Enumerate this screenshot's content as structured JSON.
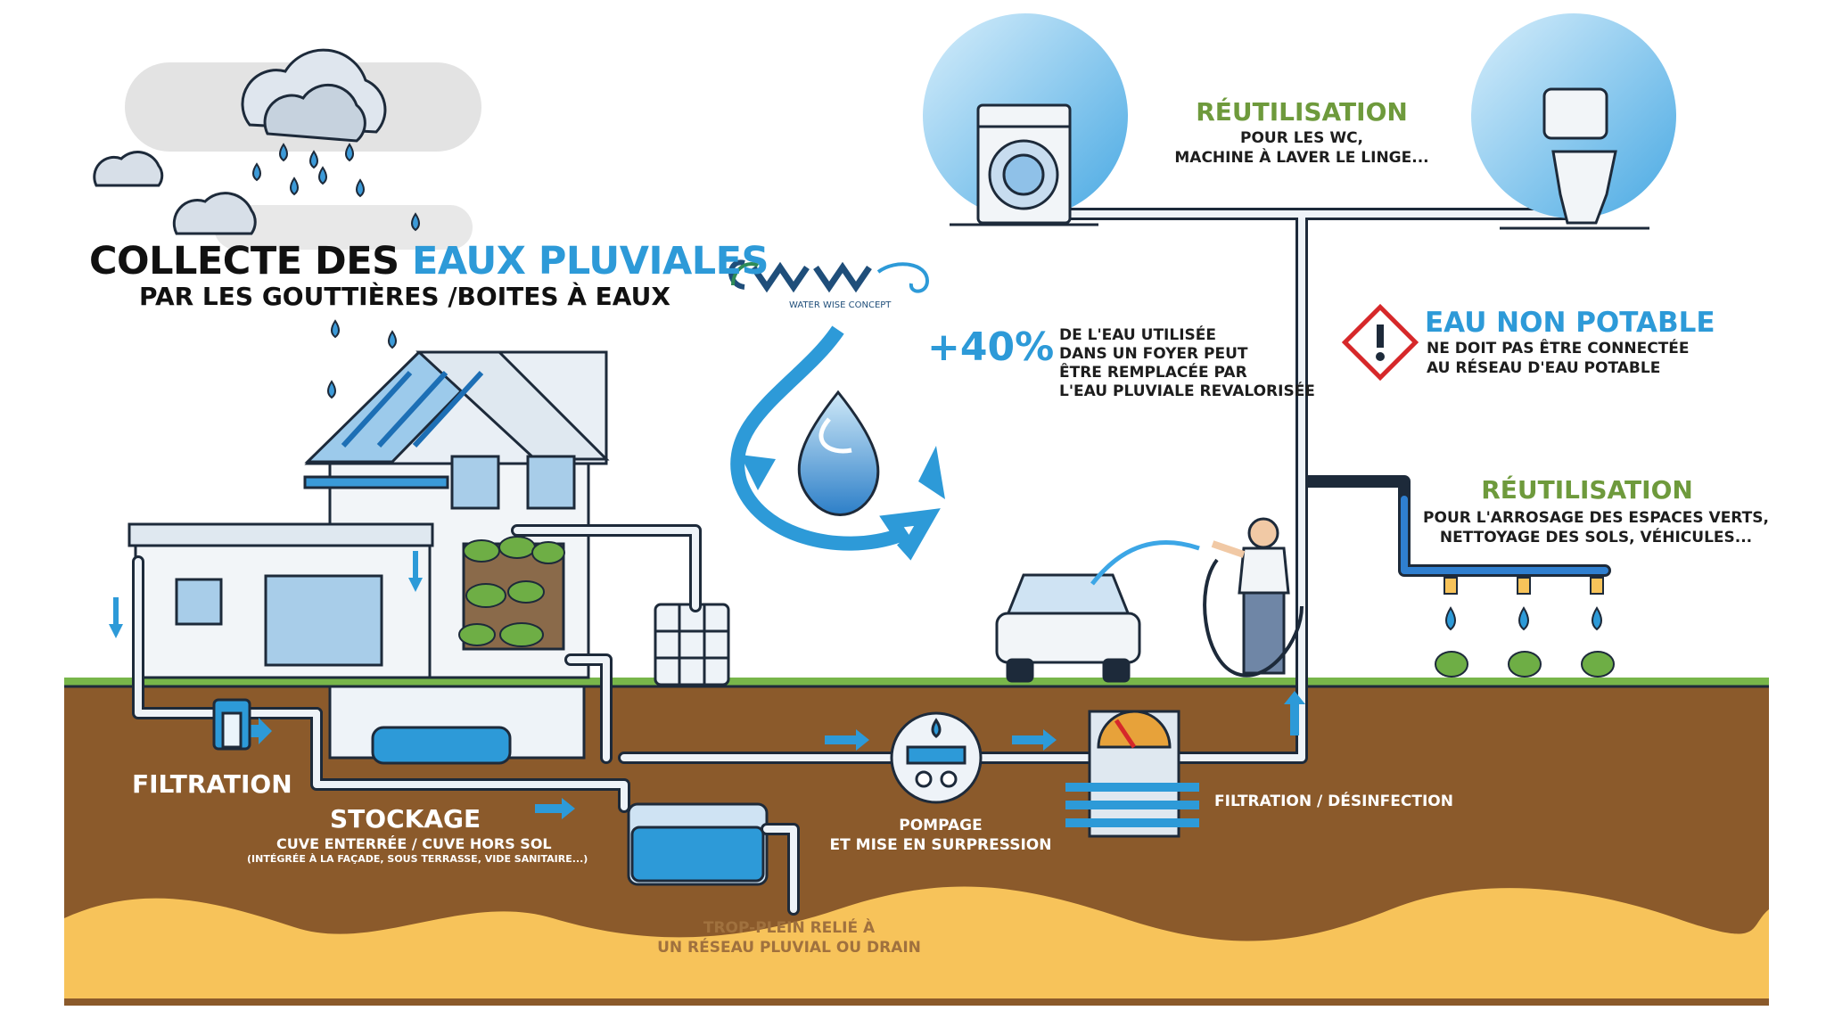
{
  "title": {
    "part1": "COLLECTE DES ",
    "highlight": "EAUX PLUVIALES"
  },
  "subtitle": "PAR LES GOUTTIÈRES /BOITES À EAUX",
  "logo": {
    "text": "CWW",
    "tagline": "WATER WISE CONCEPT"
  },
  "stat": {
    "value": "+40%",
    "lines": [
      "DE L'EAU UTILISÉE",
      "DANS UN FOYER PEUT",
      "ÊTRE REMPLACÉE PAR",
      "L'EAU PLUVIALE REVALORISÉE"
    ]
  },
  "reuse_indoor": {
    "heading": "RÉUTILISATION",
    "lines": [
      "POUR LES WC,",
      "MACHINE À LAVER LE LINGE..."
    ]
  },
  "warning": {
    "heading": "EAU NON POTABLE",
    "lines": [
      "NE DOIT PAS ÊTRE CONNECTÉE",
      "AU RÉSEAU D'EAU POTABLE"
    ]
  },
  "reuse_outdoor": {
    "heading": "RÉUTILISATION",
    "lines": [
      "POUR L'ARROSAGE DES ESPACES VERTS,",
      "NETTOYAGE DES SOLS, VÉHICULES..."
    ]
  },
  "filtration": "FILTRATION",
  "storage": {
    "heading": "STOCKAGE",
    "line1": "CUVE ENTERRÉE / CUVE HORS SOL",
    "line2": "(INTÉGRÉE À LA FAÇADE, SOUS TERRASSE, VIDE SANITAIRE...)"
  },
  "pumping": {
    "line1": "POMPAGE",
    "line2": "ET MISE EN SURPRESSION"
  },
  "disinfection": "FILTRATION / DÉSINFECTION",
  "overflow": {
    "line1": "TROP-PLEIN RELIÉ À",
    "line2": "UN RÉSEAU PLUVIAL OU DRAIN"
  },
  "colors": {
    "sky_blue": "#2d9ad8",
    "green": "#6e9a3c",
    "soil": "#8b5a2b",
    "sand": "#f7c35a",
    "grass": "#78b64a",
    "warning_red": "#d6282a"
  },
  "icons": [
    "cloud-icon",
    "rain-drop-icon",
    "house-icon",
    "washing-machine-icon",
    "toilet-icon",
    "warning-icon",
    "car-icon",
    "person-icon",
    "pump-icon",
    "filter-unit-icon",
    "water-cycle-icon",
    "plant-icon",
    "sprinkler-icon",
    "rain-barrel-icon"
  ]
}
